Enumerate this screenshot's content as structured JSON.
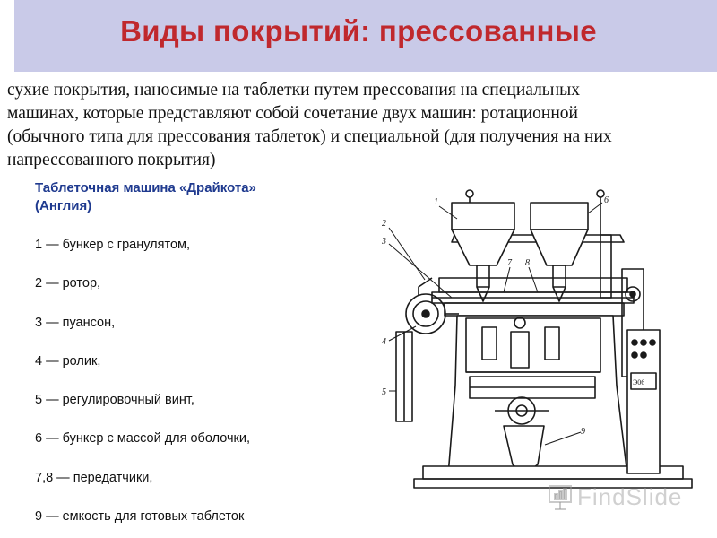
{
  "header": {
    "title": "Виды покрытий: прессованные",
    "background": "#c9cae8",
    "title_color": "#c0282d"
  },
  "intro": {
    "lines": [
      "сухие покрытия, наносимые на таблетки путем прессования  на специальных",
      "машинах, которые представляют собой сочетание двух машин: ротационной",
      "(обычного типа для прессования таблеток) и специальной (для получения на них",
      " напрессованного покрытия)"
    ]
  },
  "legend": {
    "title_lines": [
      "Таблеточная машина «Драйкота»",
      "(Англия)"
    ],
    "title_color": "#1f3a8f",
    "items": [
      "1 — бункер с гранулятом,",
      "2 — ротор,",
      "3 — пуансон,",
      "4 — ролик,",
      "5 — регулировочный винт,",
      "6 — бункер с массой  для оболочки,",
      "7,8 — передатчики,",
      "9 — емкость для готовых таблеток"
    ]
  },
  "drawing": {
    "callouts": [
      "1",
      "2",
      "3",
      "4",
      "5",
      "6",
      "7",
      "8",
      "9"
    ],
    "panel_display": "Э06",
    "icon": "tablet-press-machine-drawing"
  },
  "watermark": {
    "text": "FindSlide",
    "icon": "presentation-board-icon"
  }
}
